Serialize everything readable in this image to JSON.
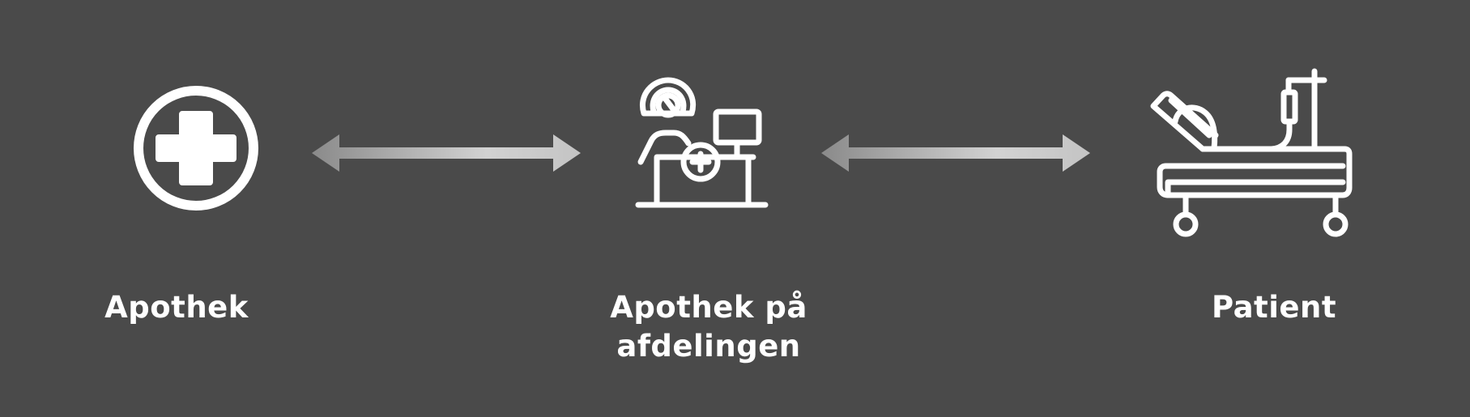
{
  "nodes": {
    "pharmacy": {
      "label": "Apothek",
      "icon": "medical-cross-icon"
    },
    "ward_pharmacy": {
      "label_line1": "Apothek på",
      "label_line2": "afdelingen",
      "icon": "pharmacist-at-desk-icon"
    },
    "patient": {
      "label": "Patient",
      "icon": "hospital-bed-icon"
    }
  },
  "connectors": [
    {
      "from": "Apothek",
      "to": "Apothek på afdelingen",
      "direction": "bidirectional"
    },
    {
      "from": "Apothek på afdelingen",
      "to": "Patient",
      "direction": "bidirectional"
    }
  ],
  "colors": {
    "background": "#4a4a4a",
    "icon": "#ffffff",
    "arrow_dark": "#8c8c8c",
    "arrow_light": "#cfcfcf"
  }
}
